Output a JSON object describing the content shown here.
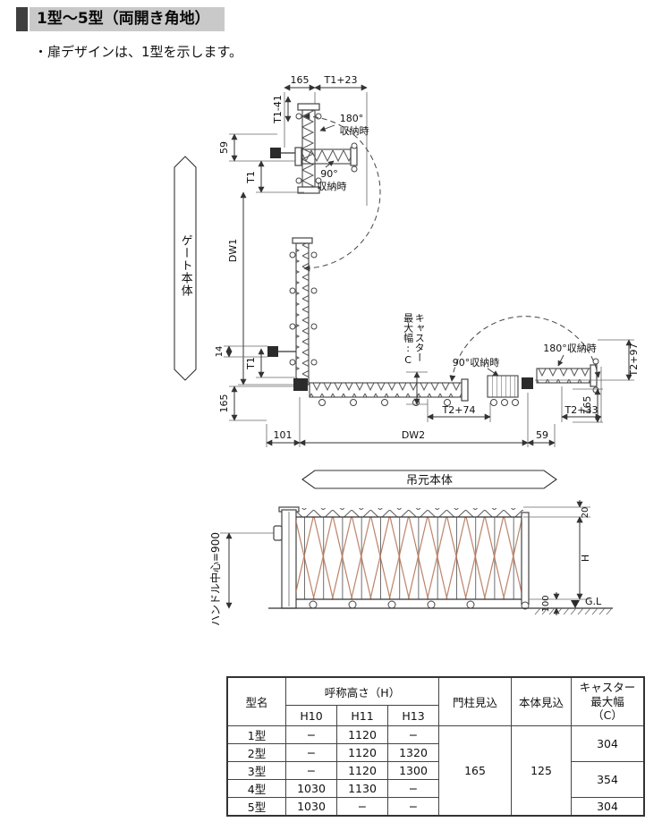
{
  "header": {
    "title": "1型～5型（両開き角地）"
  },
  "note": "・扉デザインは、1型を示します。",
  "drawing": {
    "plan": {
      "dim_165_top": "165",
      "dim_t1_plus23": "T1+23",
      "dim_t1_minus41": "T1-41",
      "stored_180_top_line1": "180°",
      "stored_180_top_line2": "収納時",
      "stored_90_top_line1": "90°",
      "stored_90_top_line2": "収納時",
      "dim_59_top": "59",
      "dim_t1_upper": "T1",
      "gate_body_label": "ゲート本体",
      "dim_dw1": "DW1",
      "dim_14": "14",
      "dim_t1_lower": "T1",
      "dim_165_left": "165",
      "caster_width_label": "キャスター最大幅:C",
      "stored_90_right": "90°収納時",
      "stored_180_right": "180°収納時",
      "dim_t2_plus97": "T2+97",
      "dim_165_right": "165",
      "dim_t2_plus74": "T2+74",
      "dim_t2_plus33": "T2+33",
      "dim_101": "101",
      "dim_dw2": "DW2",
      "dim_59_bottom": "59",
      "hanging_body_label": "吊元本体"
    },
    "elevation": {
      "handle_center_label": "ハンドル中心=900",
      "dim_20": "20",
      "dim_h": "H",
      "dim_100": "100",
      "ground_level_label": "G.L"
    }
  },
  "table": {
    "headers": {
      "model": "型名",
      "height_group": "呼称高さ（H）",
      "h10": "H10",
      "h11": "H11",
      "h13": "H13",
      "post_depth": "門柱見込",
      "body_depth": "本体見込",
      "caster_max_width": "キャスター\n最大幅\n（C）"
    },
    "rows": [
      {
        "model": "1型",
        "h10": "−",
        "h11": "1120",
        "h13": "−"
      },
      {
        "model": "2型",
        "h10": "−",
        "h11": "1120",
        "h13": "1320"
      },
      {
        "model": "3型",
        "h10": "−",
        "h11": "1120",
        "h13": "1300"
      },
      {
        "model": "4型",
        "h10": "1030",
        "h11": "1130",
        "h13": "−"
      },
      {
        "model": "5型",
        "h10": "1030",
        "h11": "−",
        "h13": "−"
      }
    ],
    "post_depth_value": "165",
    "body_depth_value": "125",
    "caster_values": [
      "304",
      "354",
      "304"
    ]
  }
}
